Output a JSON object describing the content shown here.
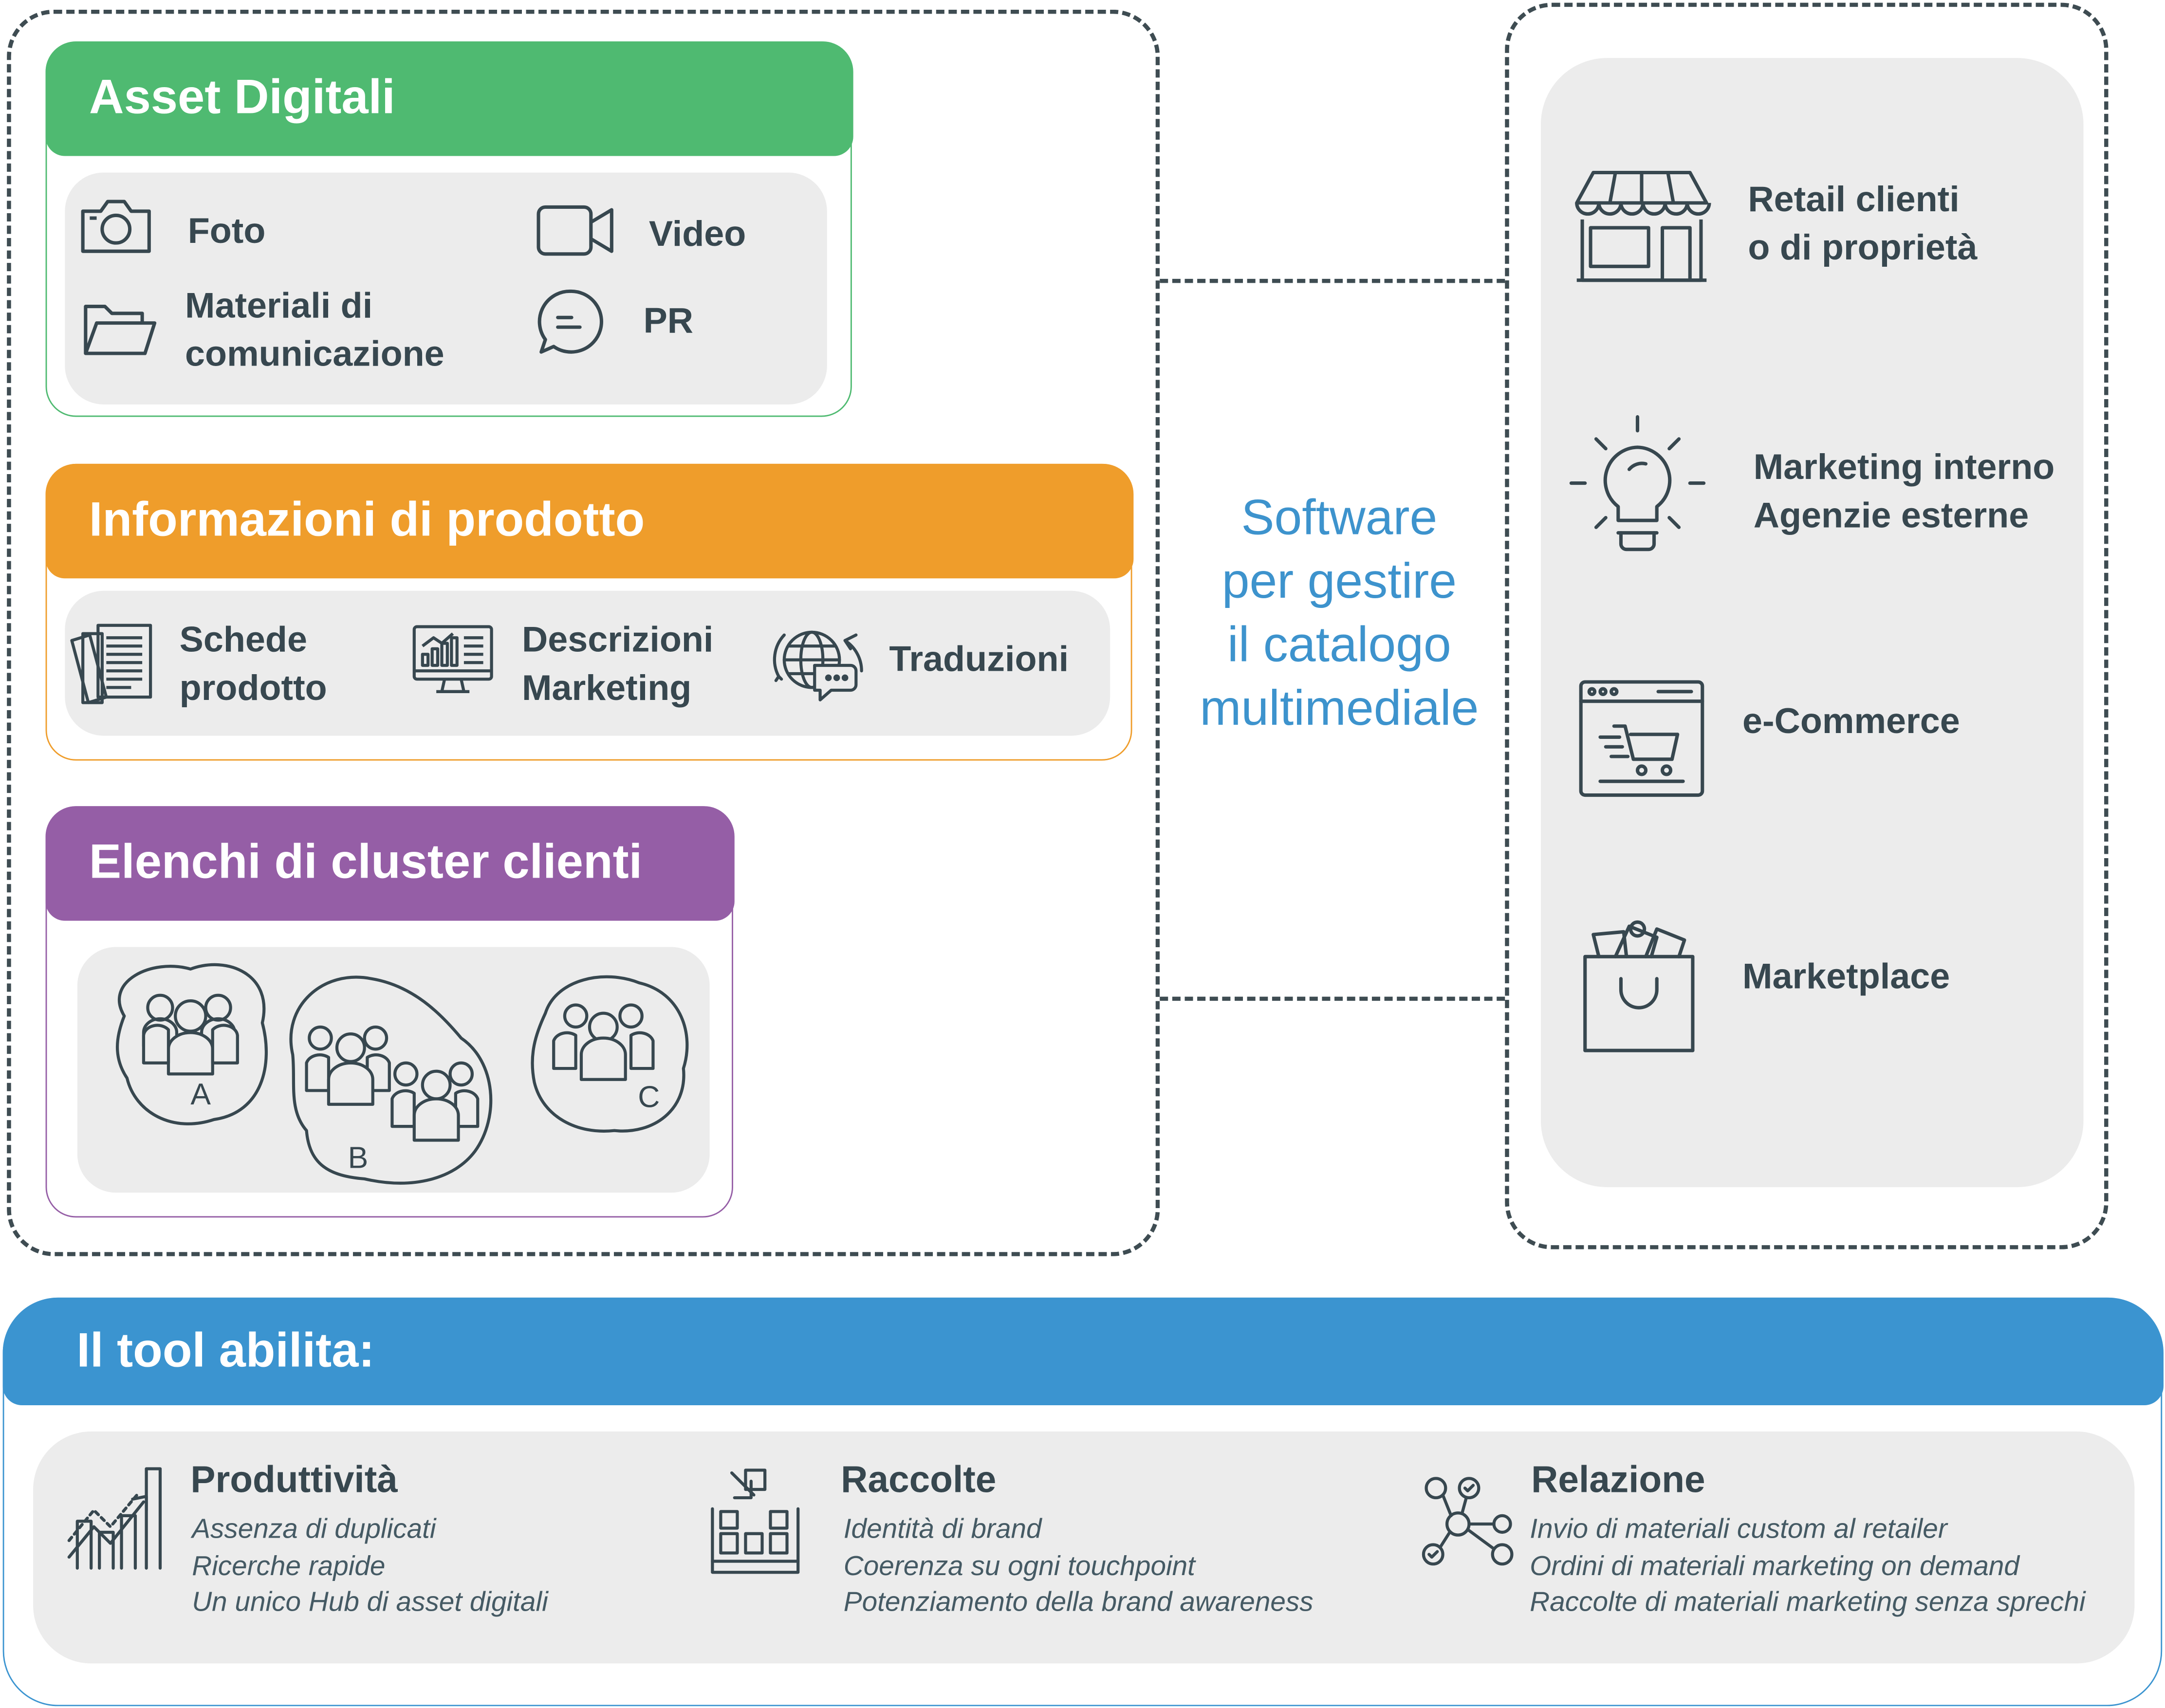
{
  "colors": {
    "green": "#4fba71",
    "orange": "#ef9d2b",
    "purple": "#955ea6",
    "blue": "#3b94d0",
    "dark": "#37474f",
    "gray_panel": "#ececec"
  },
  "asset_digitali": {
    "title": "Asset Digitali",
    "items": [
      {
        "icon": "camera-icon",
        "label": "Foto"
      },
      {
        "icon": "video-camera-icon",
        "label": "Video"
      },
      {
        "icon": "folder-icon",
        "label_lines": [
          "Materiali di",
          "comunicazione"
        ]
      },
      {
        "icon": "chat-bubble-icon",
        "label": "PR"
      }
    ]
  },
  "informazioni_prodotto": {
    "title": "Informazioni di prodotto",
    "items": [
      {
        "icon": "documents-icon",
        "label_lines": [
          "Schede",
          "prodotto"
        ]
      },
      {
        "icon": "monitor-chart-icon",
        "label_lines": [
          "Descrizioni",
          "Marketing"
        ]
      },
      {
        "icon": "globe-translate-icon",
        "label": "Traduzioni"
      }
    ]
  },
  "cluster_clienti": {
    "title": "Elenchi di cluster clienti",
    "clusters": [
      "A",
      "B",
      "C"
    ]
  },
  "center": {
    "lines": [
      "Software",
      "per gestire",
      "il catalogo",
      "multimediale"
    ]
  },
  "channels": [
    {
      "icon": "store-icon",
      "label_lines": [
        "Retail clienti",
        "o di proprietà"
      ]
    },
    {
      "icon": "lightbulb-icon",
      "label_lines": [
        "Marketing interno",
        "Agenzie esterne"
      ]
    },
    {
      "icon": "ecommerce-cart-icon",
      "label": "e-Commerce"
    },
    {
      "icon": "shopping-bag-icon",
      "label": "Marketplace"
    }
  ],
  "tool": {
    "title": "Il tool abilita:",
    "benefits": [
      {
        "icon": "growth-chart-icon",
        "title": "Produttività",
        "lines": [
          "Assenza di duplicati",
          "Ricerche rapide",
          "Un unico Hub di asset digitali"
        ]
      },
      {
        "icon": "collection-grid-icon",
        "title": "Raccolte",
        "lines": [
          "Identità di brand",
          "Coerenza su ogni touchpoint",
          "Potenziamento della brand awareness"
        ]
      },
      {
        "icon": "network-nodes-icon",
        "title": "Relazione",
        "lines": [
          "Invio di materiali custom al retailer",
          "Ordini di materiali marketing on demand",
          "Raccolte di materiali marketing senza sprechi"
        ]
      }
    ]
  }
}
